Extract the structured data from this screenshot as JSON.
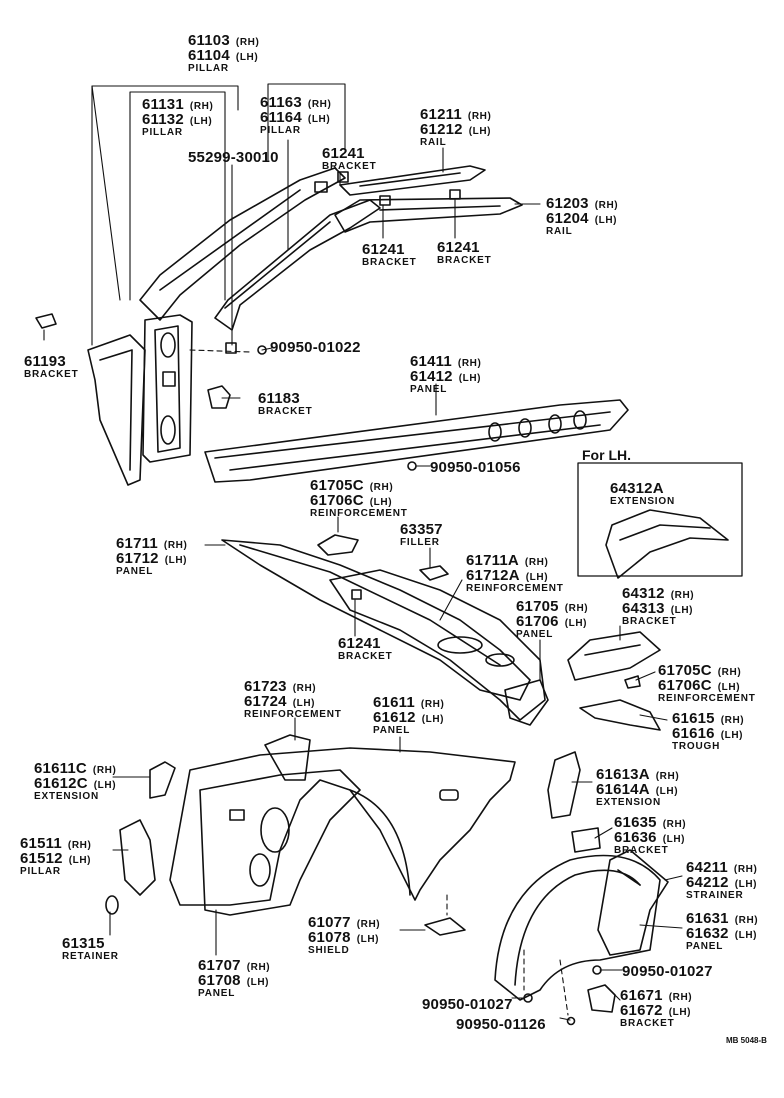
{
  "inset": {
    "title": "For LH."
  },
  "diagram_code": "MB 5048-B",
  "labels": [
    {
      "id": "61103",
      "lines": [
        [
          "61103",
          "(RH)"
        ],
        [
          "61104",
          "(LH)"
        ]
      ],
      "name": "PILLAR"
    },
    {
      "id": "61131",
      "lines": [
        [
          "61131",
          "(RH)"
        ],
        [
          "61132",
          "(LH)"
        ]
      ],
      "name": "PILLAR"
    },
    {
      "id": "61163",
      "lines": [
        [
          "61163",
          "(RH)"
        ],
        [
          "61164",
          "(LH)"
        ]
      ],
      "name": "PILLAR"
    },
    {
      "id": "55299",
      "lines": [
        [
          "55299-30010",
          ""
        ]
      ],
      "name": ""
    },
    {
      "id": "61241a",
      "lines": [
        [
          "61241",
          ""
        ]
      ],
      "name": "BRACKET"
    },
    {
      "id": "61211",
      "lines": [
        [
          "61211",
          "(RH)"
        ],
        [
          "61212",
          "(LH)"
        ]
      ],
      "name": "RAIL"
    },
    {
      "id": "61203",
      "lines": [
        [
          "61203",
          "(RH)"
        ],
        [
          "61204",
          "(LH)"
        ]
      ],
      "name": "RAIL"
    },
    {
      "id": "61241b",
      "lines": [
        [
          "61241",
          ""
        ]
      ],
      "name": "BRACKET"
    },
    {
      "id": "61241c",
      "lines": [
        [
          "61241",
          ""
        ]
      ],
      "name": "BRACKET"
    },
    {
      "id": "61193",
      "lines": [
        [
          "61193",
          ""
        ]
      ],
      "name": "BRACKET"
    },
    {
      "id": "90950a",
      "lines": [
        [
          "90950-01022",
          ""
        ]
      ],
      "name": ""
    },
    {
      "id": "61183",
      "lines": [
        [
          "61183",
          ""
        ]
      ],
      "name": "BRACKET"
    },
    {
      "id": "61411",
      "lines": [
        [
          "61411",
          "(RH)"
        ],
        [
          "61412",
          "(LH)"
        ]
      ],
      "name": "PANEL"
    },
    {
      "id": "90950b",
      "lines": [
        [
          "90950-01056",
          ""
        ]
      ],
      "name": ""
    },
    {
      "id": "61705c",
      "lines": [
        [
          "61705C",
          "(RH)"
        ],
        [
          "61706C",
          "(LH)"
        ]
      ],
      "name": "REINFORCEMENT"
    },
    {
      "id": "63357",
      "lines": [
        [
          "63357",
          ""
        ]
      ],
      "name": "FILLER"
    },
    {
      "id": "64312a",
      "lines": [
        [
          "64312A",
          ""
        ]
      ],
      "name": "EXTENSION"
    },
    {
      "id": "61711",
      "lines": [
        [
          "61711",
          "(RH)"
        ],
        [
          "61712",
          "(LH)"
        ]
      ],
      "name": "PANEL"
    },
    {
      "id": "61711a",
      "lines": [
        [
          "61711A",
          "(RH)"
        ],
        [
          "61712A",
          "(LH)"
        ]
      ],
      "name": "REINFORCEMENT"
    },
    {
      "id": "61705",
      "lines": [
        [
          "61705",
          "(RH)"
        ],
        [
          "61706",
          "(LH)"
        ]
      ],
      "name": "PANEL"
    },
    {
      "id": "64312",
      "lines": [
        [
          "64312",
          "(RH)"
        ],
        [
          "64313",
          "(LH)"
        ]
      ],
      "name": "BRACKET"
    },
    {
      "id": "61241d",
      "lines": [
        [
          "61241",
          ""
        ]
      ],
      "name": "BRACKET"
    },
    {
      "id": "61705c2",
      "lines": [
        [
          "61705C",
          "(RH)"
        ],
        [
          "61706C",
          "(LH)"
        ]
      ],
      "name": "REINFORCEMENT"
    },
    {
      "id": "61615",
      "lines": [
        [
          "61615",
          "(RH)"
        ],
        [
          "61616",
          "(LH)"
        ]
      ],
      "name": "TROUGH"
    },
    {
      "id": "61723",
      "lines": [
        [
          "61723",
          "(RH)"
        ],
        [
          "61724",
          "(LH)"
        ]
      ],
      "name": "REINFORCEMENT"
    },
    {
      "id": "61611",
      "lines": [
        [
          "61611",
          "(RH)"
        ],
        [
          "61612",
          "(LH)"
        ]
      ],
      "name": "PANEL"
    },
    {
      "id": "61611c",
      "lines": [
        [
          "61611C",
          "(RH)"
        ],
        [
          "61612C",
          "(LH)"
        ]
      ],
      "name": "EXTENSION"
    },
    {
      "id": "61613a",
      "lines": [
        [
          "61613A",
          "(RH)"
        ],
        [
          "61614A",
          "(LH)"
        ]
      ],
      "name": "EXTENSION"
    },
    {
      "id": "61635",
      "lines": [
        [
          "61635",
          "(RH)"
        ],
        [
          "61636",
          "(LH)"
        ]
      ],
      "name": "BRACKET"
    },
    {
      "id": "61511",
      "lines": [
        [
          "61511",
          "(RH)"
        ],
        [
          "61512",
          "(LH)"
        ]
      ],
      "name": "PILLAR"
    },
    {
      "id": "64211",
      "lines": [
        [
          "64211",
          "(RH)"
        ],
        [
          "64212",
          "(LH)"
        ]
      ],
      "name": "STRAINER"
    },
    {
      "id": "61077",
      "lines": [
        [
          "61077",
          "(RH)"
        ],
        [
          "61078",
          "(LH)"
        ]
      ],
      "name": "SHIELD"
    },
    {
      "id": "61631",
      "lines": [
        [
          "61631",
          "(RH)"
        ],
        [
          "61632",
          "(LH)"
        ]
      ],
      "name": "PANEL"
    },
    {
      "id": "61315",
      "lines": [
        [
          "61315",
          ""
        ]
      ],
      "name": "RETAINER"
    },
    {
      "id": "61707",
      "lines": [
        [
          "61707",
          "(RH)"
        ],
        [
          "61708",
          "(LH)"
        ]
      ],
      "name": "PANEL"
    },
    {
      "id": "90950c",
      "lines": [
        [
          "90950-01027",
          ""
        ]
      ],
      "name": ""
    },
    {
      "id": "90950d",
      "lines": [
        [
          "90950-01027",
          ""
        ]
      ],
      "name": ""
    },
    {
      "id": "61671",
      "lines": [
        [
          "61671",
          "(RH)"
        ],
        [
          "61672",
          "(LH)"
        ]
      ],
      "name": "BRACKET"
    },
    {
      "id": "90950e",
      "lines": [
        [
          "90950-01126",
          ""
        ]
      ],
      "name": ""
    }
  ]
}
